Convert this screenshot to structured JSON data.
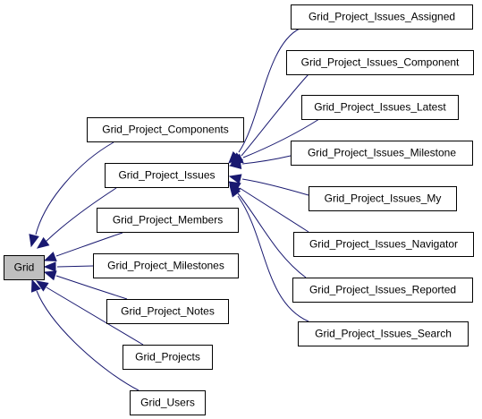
{
  "diagram": {
    "type": "inheritance-graph",
    "colors": {
      "edge": "#191970",
      "root_fill": "#bfbfbf",
      "node_fill": "#ffffff",
      "node_border": "#000000"
    },
    "nodes": [
      {
        "id": "grid",
        "label": "Grid",
        "root": true
      },
      {
        "id": "components",
        "label": "Grid_Project_Components"
      },
      {
        "id": "issues",
        "label": "Grid_Project_Issues"
      },
      {
        "id": "members",
        "label": "Grid_Project_Members"
      },
      {
        "id": "milestones",
        "label": "Grid_Project_Milestones"
      },
      {
        "id": "notes",
        "label": "Grid_Project_Notes"
      },
      {
        "id": "projects",
        "label": "Grid_Projects"
      },
      {
        "id": "users",
        "label": "Grid_Users"
      },
      {
        "id": "assigned",
        "label": "Grid_Project_Issues_Assigned"
      },
      {
        "id": "component",
        "label": "Grid_Project_Issues_Component"
      },
      {
        "id": "latest",
        "label": "Grid_Project_Issues_Latest"
      },
      {
        "id": "milestone",
        "label": "Grid_Project_Issues_Milestone"
      },
      {
        "id": "my",
        "label": "Grid_Project_Issues_My"
      },
      {
        "id": "navigator",
        "label": "Grid_Project_Issues_Navigator"
      },
      {
        "id": "reported",
        "label": "Grid_Project_Issues_Reported"
      },
      {
        "id": "search",
        "label": "Grid_Project_Issues_Search"
      }
    ],
    "edges": [
      {
        "from": "components",
        "to": "grid"
      },
      {
        "from": "issues",
        "to": "grid"
      },
      {
        "from": "members",
        "to": "grid"
      },
      {
        "from": "milestones",
        "to": "grid"
      },
      {
        "from": "notes",
        "to": "grid"
      },
      {
        "from": "projects",
        "to": "grid"
      },
      {
        "from": "users",
        "to": "grid"
      },
      {
        "from": "assigned",
        "to": "issues"
      },
      {
        "from": "component",
        "to": "issues"
      },
      {
        "from": "latest",
        "to": "issues"
      },
      {
        "from": "milestone",
        "to": "issues"
      },
      {
        "from": "my",
        "to": "issues"
      },
      {
        "from": "navigator",
        "to": "issues"
      },
      {
        "from": "reported",
        "to": "issues"
      },
      {
        "from": "search",
        "to": "issues"
      }
    ]
  }
}
